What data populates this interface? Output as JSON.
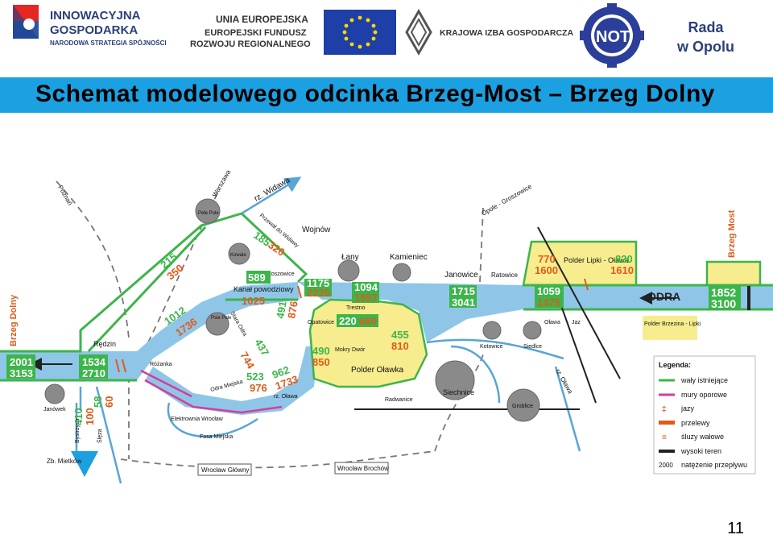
{
  "header": {
    "logo1_line1": "INNOWACYJNA",
    "logo1_line2": "GOSPODARKA",
    "logo1_line3": "NARODOWA STRATEGIA SPÓJNOŚCI",
    "logo2_line1": "UNIA EUROPEJSKA",
    "logo2_line2": "EUROPEJSKI FUNDUSZ",
    "logo2_line3": "ROZWOJU REGIONALNEGO",
    "logo3": "KRAJOWA IZBA GOSPODARCZA",
    "logo4": "NOT",
    "rada_line1": "Rada",
    "rada_line2": "w Opolu"
  },
  "title": "Schemat modelowego odcinka Brzeg-Most – Brzeg Dolny",
  "page_number": "11",
  "colors": {
    "title_bar": "#1ba1e2",
    "river": "#8fc6e8",
    "levee": "#3cb54a",
    "wall": "#d63d9a",
    "polder": "#f7ec8e",
    "flow_red": "#e05a1a",
    "city": "#8a8a8a"
  },
  "diagram": {
    "places": {
      "poznan": "Poznań",
      "warszawa": "Warszawa",
      "widawa": "rz. Widawa",
      "pele_pole": "Pełe Pole",
      "przewal": "Przewał do Widawy",
      "wojnow": "Wojnów",
      "kowale": "Kowale",
      "bartoszowice": "Bartoszowice",
      "kanal": "Kanał powodziowy",
      "lany": "Łany",
      "kamieniec": "Kamieniec",
      "janowice": "Janowice",
      "ratowice": "Ratowice",
      "opole_groszowice": "Opole - Groszowice",
      "polder_lipki": "Polder Lipki - Oława",
      "brzeg_most": "Brzeg Most",
      "odra": "ODRA",
      "trestno": "Trestno",
      "opatowice": "Opatowice",
      "mokry_dwor": "Mokry Dwór",
      "polder_olawka": "Polder Oławka",
      "olawa": "Oława",
      "jaz": "Jaz",
      "polder_brzezina": "Polder Brzezina - Lipki",
      "kotowice": "Kotowice",
      "siedlce": "Siedlce",
      "siechnice": "Siechnice",
      "grobice": "Groblice",
      "rz_olawa": "rz. Oława",
      "radwanice": "Radwanice",
      "brzeg_dolny": "Brzeg Dolny",
      "redzin": "Rędzin",
      "psie_pole": "Psie Pole",
      "stara_odra": "Stara Odra",
      "rozanka": "Różanka",
      "odra_miejska": "Odra Miejska",
      "elektrownia": "Elektrownia Wrocław",
      "fosa": "Fosa Miejska",
      "janowek": "Janówek",
      "bystrzyca": "Bystrzyca",
      "sleza": "Ślęza",
      "zb_mietkow": "Zb. Mietków",
      "wroclaw_glowny": "Wrocław Główny",
      "wroclaw_brochow": "Wrocław Brochów"
    },
    "flows": {
      "brzeg_dolny": [
        "2001",
        "3153"
      ],
      "redzin": [
        "1534",
        "2710"
      ],
      "bystrzyca": [
        "410"
      ],
      "sleza": [
        "100",
        "58"
      ],
      "sleza2": [
        "60"
      ],
      "upper_green": [
        "215",
        "350"
      ],
      "przewal": [
        "185",
        "320"
      ],
      "kanal": [
        "589",
        "1025"
      ],
      "psie": [
        "1012",
        "1736"
      ],
      "bartosz": [
        "491",
        "876"
      ],
      "wojnow": [
        "1175",
        "2225"
      ],
      "lany": [
        "1094",
        "1557"
      ],
      "opatowice": [
        "220",
        "660"
      ],
      "stara_odra": [
        "744",
        "437"
      ],
      "mokry": [
        "490",
        "850"
      ],
      "polder_olawka": [
        "455",
        "810"
      ],
      "odra_miejska": [
        "523",
        "976"
      ],
      "rz_olawa_in": [
        "962",
        "1733"
      ],
      "janowice": [
        "1715",
        "3041"
      ],
      "ratowice": [
        "1059",
        "1475"
      ],
      "lipki": [
        "770",
        "1600"
      ],
      "lipki2": [
        "820",
        "1610"
      ],
      "brzeg_most": [
        "1852",
        "3100"
      ]
    },
    "legend": {
      "title": "Legenda:",
      "items": [
        "wały istniejące",
        "mury oporowe",
        "jazy",
        "przelewy",
        "śluzy wałowe",
        "wysoki teren",
        "natężenie przepływu"
      ],
      "sample_number": "2000"
    }
  }
}
